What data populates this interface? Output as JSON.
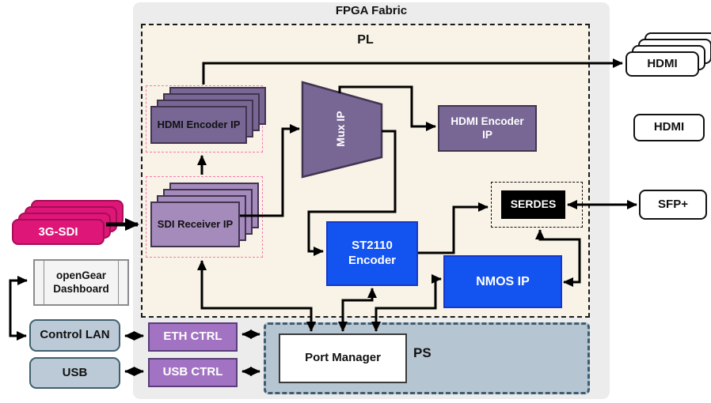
{
  "diagram": {
    "title": "FPGA Fabric",
    "pl_label": "PL",
    "ps_label": "PS"
  },
  "blocks": {
    "hdmi_encoder_stack": "HDMI Encoder IP",
    "sdi_receiver_stack": "SDI Receiver IP",
    "mux": "Mux IP",
    "hdmi_encoder": "HDMI Encoder IP",
    "st2110_encoder": "ST2110 Encoder",
    "nmos": "NMOS IP",
    "serdes": "SERDES",
    "port_manager": "Port Manager",
    "eth_ctrl": "ETH CTRL",
    "usb_ctrl": "USB CTRL"
  },
  "external": {
    "sdi_input": "3G-SDI",
    "opengear_dashboard": "openGear Dashboard",
    "control_lan": "Control LAN",
    "usb": "USB",
    "hdmi_out_multi": "HDMI",
    "hdmi_out_single": "HDMI",
    "sfp": "SFP+"
  },
  "colors": {
    "fabric_bg": "#ececec",
    "pl_bg": "#f8f3e6",
    "ps_bg": "#b6c5d2",
    "ps_border": "#3f5d70",
    "purple_block": "#786795",
    "light_purple_block": "#a58abc",
    "ctrl_purple": "#a273c2",
    "blue_block": "#1353f0",
    "magenta_block": "#dd1677",
    "pink_dashed_border": "#fa7ab2",
    "io_box_bg": "#bccad7",
    "serdes_bg": "#000000"
  }
}
